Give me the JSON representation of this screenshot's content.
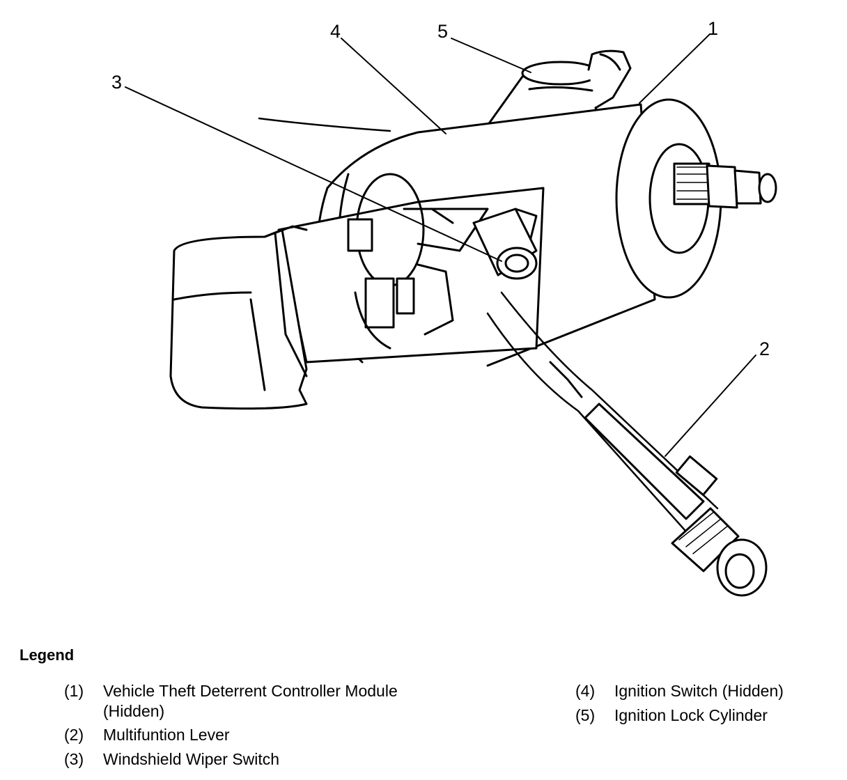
{
  "callouts": {
    "c1": "1",
    "c2": "2",
    "c3": "3",
    "c4": "4",
    "c5": "5"
  },
  "legend": {
    "title": "Legend",
    "items": [
      {
        "num": "(1)",
        "line1": "Vehicle Theft Deterrent Controller Module",
        "line2": "(Hidden)"
      },
      {
        "num": "(2)",
        "line1": "Multifuntion Lever"
      },
      {
        "num": "(3)",
        "line1": "Windshield Wiper Switch"
      },
      {
        "num": "(4)",
        "line1": "Ignition Switch (Hidden)"
      },
      {
        "num": "(5)",
        "line1": "Ignition Lock Cylinder"
      }
    ]
  },
  "colors": {
    "ink": "#000000",
    "paper": "#ffffff"
  }
}
